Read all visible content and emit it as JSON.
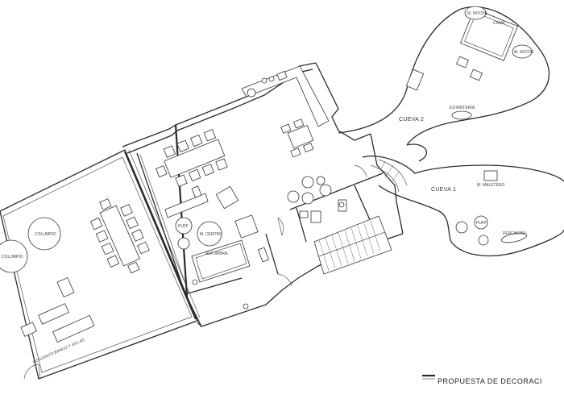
{
  "labels": {
    "cueva2": "CUEVA 2",
    "cueva1": "CUEVA 1",
    "estanteria": "ESTANTERIA",
    "m_maletero": "M. MALETERO",
    "perchero": "PERCHERO",
    "columpio_1": "COLUMPIO",
    "columpio_2": "COLUMPIO",
    "m_centro": "M. CENTRO",
    "puff_1": "PUFF",
    "puff_2": "PUFF",
    "cama": "CAMA",
    "m_noche_1": "M. NOCHE",
    "m_noche_2": "M. NOCHE",
    "sofa_label": "ALFOMBRA",
    "tumbona": "CONJUNTO BANCO Y SILLAS"
  },
  "footer": {
    "title": "PROPUESTA DE DECORACI"
  }
}
